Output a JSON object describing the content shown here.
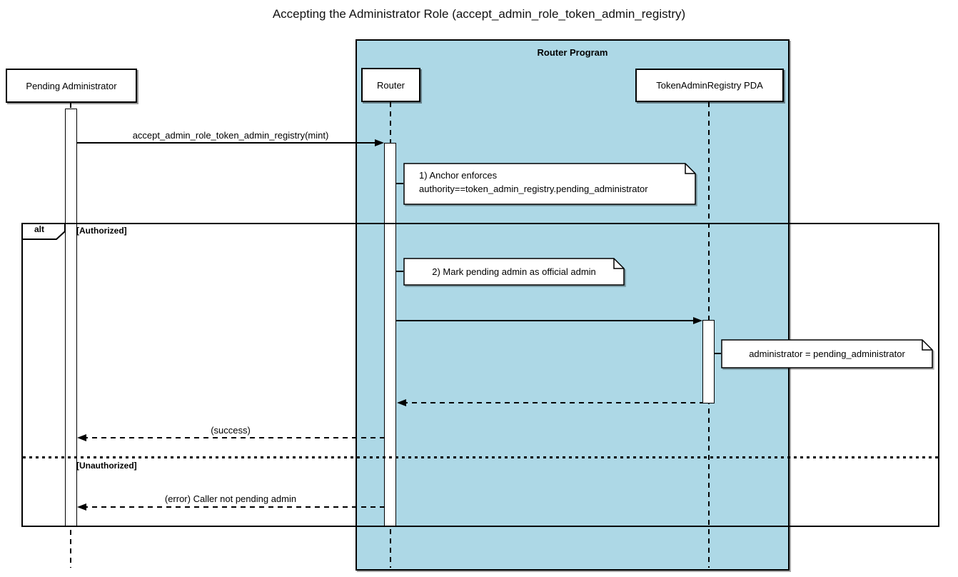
{
  "title": "Accepting the Administrator Role (accept_admin_role_token_admin_registry)",
  "router_program": {
    "label": "Router Program"
  },
  "participants": {
    "pending_admin": "Pending Administrator",
    "router": "Router",
    "pda": "TokenAdminRegistry PDA"
  },
  "alt": {
    "operator": "alt",
    "guard_authorized": "[Authorized]",
    "guard_unauthorized": "[Unauthorized]"
  },
  "messages": {
    "call": "accept_admin_role_token_admin_registry(mint)",
    "success": "(success)",
    "error": "(error) Caller not pending admin"
  },
  "notes": {
    "anchor_line1": "1) Anchor enforces",
    "anchor_line2": "authority==token_admin_registry.pending_administrator",
    "mark": "2) Mark pending admin as official admin",
    "assign": "administrator = pending_administrator"
  },
  "colors": {
    "frame_fill": "#ADD8E6",
    "note_fill": "#FFFFFF",
    "line": "#000000"
  }
}
